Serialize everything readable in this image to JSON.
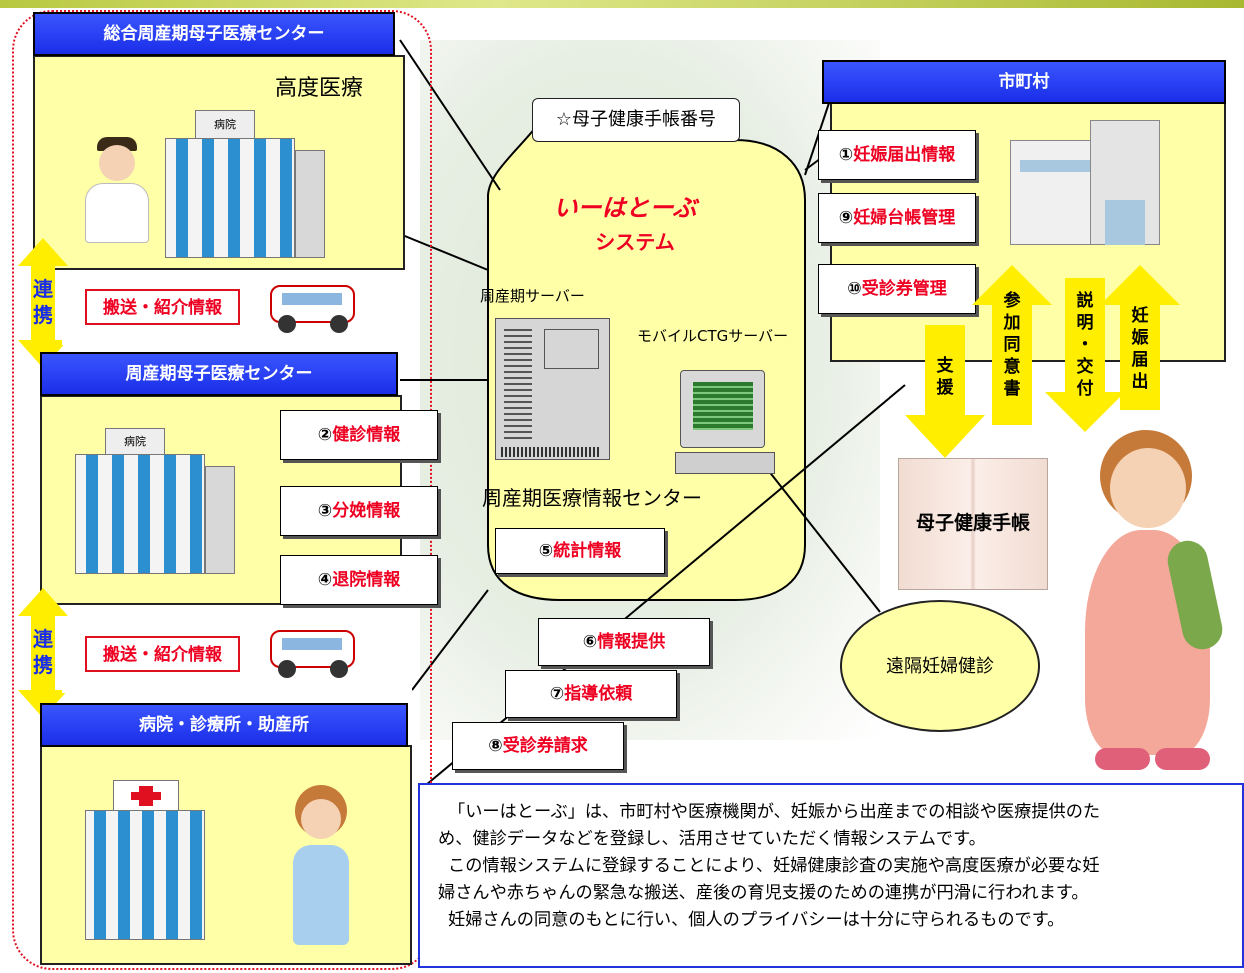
{
  "centers": {
    "general": {
      "title": "総合周産期母子医療センター",
      "sub": "高度医療"
    },
    "perinatal": {
      "title": "周産期母子医療センター"
    },
    "clinic": {
      "title": "病院・診療所・助産所"
    },
    "municipality": {
      "title": "市町村"
    }
  },
  "coop": {
    "char1": "連",
    "char2": "携"
  },
  "transfer_info": "搬送・紹介情報",
  "system": {
    "number_label": "☆母子健康手帳番号",
    "name_line1": "いーはとーぶ",
    "name_line2": "システム",
    "server_label": "周産期サーバー",
    "ctg_label": "モバイルCTGサーバー",
    "center_label": "周産期医療情報センター"
  },
  "info_items": {
    "i1": {
      "num": "①",
      "text": "妊娠届出情報"
    },
    "i2": {
      "num": "②",
      "text": "健診情報"
    },
    "i3": {
      "num": "③",
      "text": "分娩情報"
    },
    "i4": {
      "num": "④",
      "text": "退院情報"
    },
    "i5": {
      "num": "⑤",
      "text": "統計情報"
    },
    "i6": {
      "num": "⑥",
      "text": "情報提供"
    },
    "i7": {
      "num": "⑦",
      "text": "指導依頼"
    },
    "i8": {
      "num": "⑧",
      "text": "受診券請求"
    },
    "i9": {
      "num": "⑨",
      "text": "妊婦台帳管理"
    },
    "i10": {
      "num": "⑩",
      "text": "受診券管理"
    }
  },
  "arrows": {
    "support": [
      "支",
      "援"
    ],
    "consent": [
      "参",
      "加",
      "同",
      "意",
      "書"
    ],
    "explain": [
      "説",
      "明",
      "・",
      "交",
      "付"
    ],
    "notify": [
      "妊",
      "娠",
      "届",
      "出"
    ]
  },
  "handbook": "母子健康手帳",
  "remote": "遠隔妊婦健診",
  "hospital_sign": "病院",
  "description": [
    "「いーはとーぶ」は、市町村や医療機関が、妊娠から出産までの相談や医療提供のた",
    "め、健診データなどを登録し、活用させていただく情報システムです。",
    "この情報システムに登録することにより、妊婦健康診査の実施や高度医療が必要な妊",
    "婦さんや赤ちゃんの緊急な搬送、産後の育児支援のための連携が円滑に行われます。",
    "妊婦さんの同意のもとに行い、個人のプライバシーは十分に守られるものです。"
  ],
  "colors": {
    "panel": "#ffffa8",
    "bar": "#2236f0",
    "accent_red": "#ee0022",
    "arrow": "#ffee00"
  }
}
